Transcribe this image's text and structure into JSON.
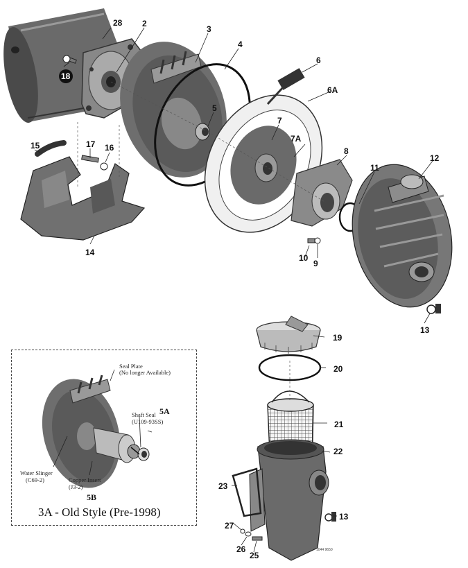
{
  "callouts": {
    "c28": "28",
    "c2": "2",
    "c3": "3",
    "c4": "4",
    "c6": "6",
    "c6a": "6A",
    "c5": "5",
    "c7": "7",
    "c7a": "7A",
    "c8": "8",
    "c11": "11",
    "c12": "12",
    "c18": "18",
    "c15": "15",
    "c17": "17",
    "c16": "16",
    "c14": "14",
    "c10": "10",
    "c9": "9",
    "c13a": "13",
    "c19": "19",
    "c20": "20",
    "c21": "21",
    "c22": "22",
    "c23": "23",
    "c13b": "13",
    "c27": "27",
    "c26": "26",
    "c25": "25"
  },
  "inset": {
    "seal_plate_line1": "Seal Plate",
    "seal_plate_line2": "(No longer Available)",
    "callout_5a": "5A",
    "shaft_seal_line1": "Shaft Seal",
    "shaft_seal_line2": "(U109-93SS)",
    "water_slinger_line1": "Water Slinger",
    "water_slinger_line2": "(C69-2)",
    "copper_insert_line1": "Copper Insert",
    "copper_insert_line2": "(J3-2)",
    "callout_5b": "5B",
    "title": "3A - Old Style (Pre-1998)"
  },
  "drawing_code": "1044 9650"
}
